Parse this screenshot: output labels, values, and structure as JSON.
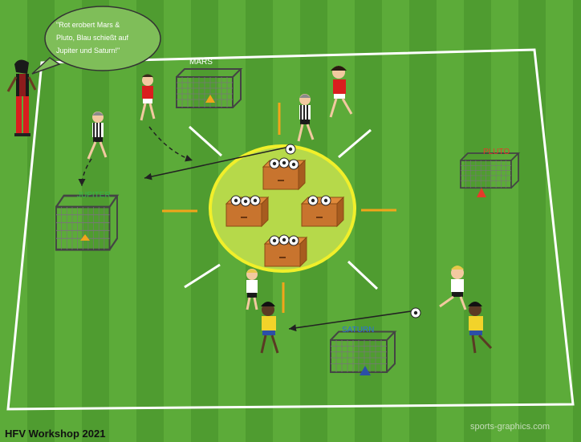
{
  "speech_bubble": "\"Rot erobert Mars & Pluto, Blau schießt auf Jupiter und Saturn!\"",
  "speech_lines": [
    "\"Rot erobert Mars &",
    "Pluto, Blau schießt auf",
    "Jupiter und Saturn!\""
  ],
  "goals": {
    "mars": "MARS",
    "pluto": "PLUTO",
    "jupiter": "JUPITER",
    "saturn": "SATURN"
  },
  "footer": "HFV Workshop 2021",
  "credit": "sports-graphics.com",
  "colors": {
    "field_light": "#63b13e",
    "field_dark": "#4f9a2e",
    "lines": "#ffffff",
    "circle": "#f1ef2a",
    "red_team": "#d91e1e",
    "blue_team": "#2b4fa8",
    "yellow_marks": "#f2a51a",
    "box": "#c8742e"
  }
}
